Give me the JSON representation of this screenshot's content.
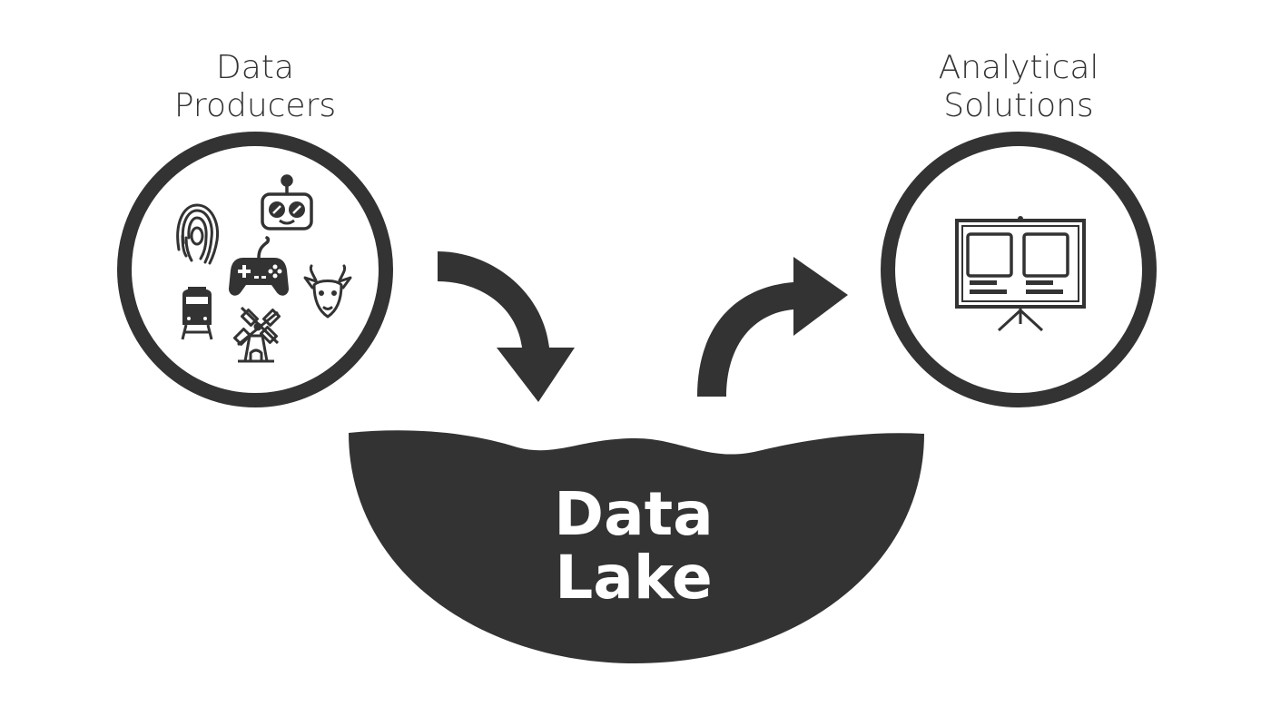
{
  "colors": {
    "ink": "#333333",
    "background": "#ffffff"
  },
  "producers": {
    "title_line1": "Data",
    "title_line2": "Producers",
    "icons": [
      "fingerprint-icon",
      "robot-icon",
      "gamepad-icon",
      "goat-icon",
      "train-icon",
      "windmill-icon"
    ]
  },
  "solutions": {
    "title_line1": "Analytical",
    "title_line2": "Solutions",
    "icons": [
      "dashboard-board-icon"
    ]
  },
  "lake": {
    "line1": "Data",
    "line2": "Lake"
  }
}
